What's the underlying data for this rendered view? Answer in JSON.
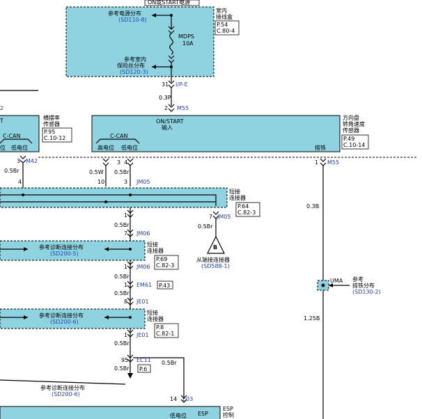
{
  "top_label": "ON或START电源",
  "power_ref": {
    "text": "参考电源分布",
    "code": "(SD110-8)"
  },
  "fuse": {
    "name": "MDPS",
    "rating": "10A"
  },
  "fuse_ref": {
    "text1": "参考室内",
    "text2": "保险丝分布",
    "code": "(SD120-3)"
  },
  "junction_box": {
    "line1": "室内",
    "line2": "接线盒",
    "page": "P.54",
    "conn": "C.80-4"
  },
  "pin31": "31",
  "conn_ipe": "I/P-E",
  "wire_03p": "0.3P",
  "pin2": "2",
  "conn_m55": "M55",
  "left_cut_2": "2",
  "yaw": {
    "line1": "横摆率",
    "line2": "传感器",
    "page": "P.95",
    "conn": "C.10-12",
    "ccan": "C-CAN",
    "high": "位",
    "low": "低电位",
    "partial_t": "T"
  },
  "pin3_m42": "3",
  "conn_m42": "M42",
  "wire_05br_a": "0.5Br",
  "pin4_left": "4",
  "sas_box": {
    "input1": "ON/START",
    "input2": "输入",
    "ccan": "C-CAN",
    "high": "高电位",
    "low": "低电位",
    "ground": "搭铁"
  },
  "sas": {
    "line1": "方向盘",
    "line2": "转角速度",
    "line3": "传感器",
    "page": "P.49",
    "conn": "C.10-14"
  },
  "pin3": "3",
  "pin4": "4",
  "pin1_m55": "1",
  "conn_m55b": "M55",
  "wire_05w": "0.5W",
  "wire_05br_b": "0.5Br",
  "pin10": "10",
  "pin3b": "3",
  "conn_jm05": "JM05",
  "wire_03b": "0.3B",
  "jm05_box": {
    "line1": "短接",
    "line2": "连接器",
    "page": "P.64",
    "conn": "C.82-3"
  },
  "pin1_a": "1",
  "wire_05br_c": "0.5Br",
  "pin7_jm05": "7",
  "conn_jm05b": "JM05",
  "wire_05br_d": "0.5Br",
  "pin7_jm06": "7",
  "conn_jm06": "JM06",
  "diag_ref1": {
    "text": "参考诊断连接分布",
    "code": "(SD200-5)"
  },
  "jm06_box": {
    "line1": "短接",
    "line2": "连接器",
    "page": "P.69",
    "conn": "C.82-3"
  },
  "b_label": "B",
  "connector_ref": {
    "text": "从端接连接器",
    "code": "(SD588-1)"
  },
  "pin1_jm06b": "1",
  "conn_jm06b": "JM06",
  "wire_05br_e": "0.5Br",
  "pin1_em61": "1",
  "conn_em61": "EM61",
  "ref_p43": "P.43",
  "wire_05br_f": "0.5Br",
  "pin8_je01": "8",
  "conn_je01": "JE01",
  "uma": "UMA",
  "ground_ref": {
    "line1": "参考",
    "line2": "搭铁分布",
    "code": "(SD130-2)"
  },
  "wire_125b": "1.25B",
  "diag_ref2": {
    "text": "参考诊断连接分布",
    "code": "(SD200-6)"
  },
  "je01_box": {
    "line1": "短接",
    "line2": "连接器",
    "page": "P.8",
    "conn": "C.82-1"
  },
  "pin1_je01b": "1",
  "conn_je01b": "JE01",
  "wire_05br_g": "0.5Br",
  "pin95": "95",
  "conn_ec11": "EC11",
  "wire_05br_h": "0.5Br",
  "wire_05br_i": "0.5Br",
  "ref_p6": "P.6",
  "diag_ref3": {
    "text": "参考诊断连接分布",
    "code": "(SD200-6)"
  },
  "pin14": "14",
  "conn_e03": "E03",
  "esp": {
    "line1": "ESP",
    "line2": "控制",
    "partial_esp": "ESP",
    "partial_low": "低电位"
  }
}
